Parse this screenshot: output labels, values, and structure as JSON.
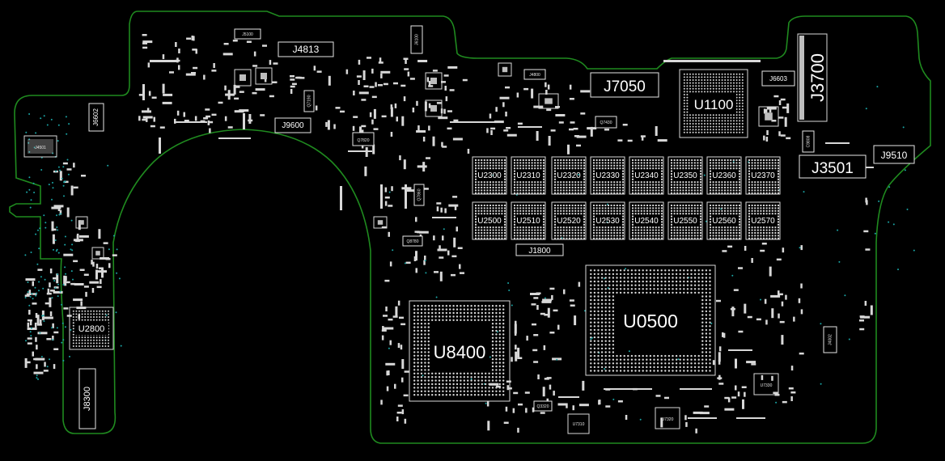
{
  "labels": {
    "u0500": "U0500",
    "u8400": "U8400",
    "u2800": "U2800",
    "u1100": "U1100",
    "j3700": "J3700",
    "j7050": "J7050",
    "j3501": "J3501",
    "j9510": "J9510",
    "j4813": "J4813",
    "j9600": "J9600",
    "j1800": "J1800",
    "j8300": "J8300",
    "j6602": "J6602",
    "j6603": "J6603",
    "j5100": "J5100",
    "j6100": "J6100",
    "j4800": "J4800",
    "j4002": "J4002",
    "j4501": "J4501",
    "q7820": "Q7820",
    "q7430": "Q7430",
    "q8780": "Q8780",
    "q7860": "Q7860",
    "q7190": "Q7190",
    "c9808": "C9808",
    "q3320": "Q3320",
    "u7310": "U7310",
    "u7320": "U7320",
    "u7330": "U7330"
  },
  "memory": {
    "row1": [
      "U2300",
      "U2310",
      "U2320",
      "U2330",
      "U2340",
      "U2350",
      "U2360",
      "U2370"
    ],
    "row2": [
      "U2500",
      "U2510",
      "U2520",
      "U2530",
      "U2540",
      "U2550",
      "U2560",
      "U2570"
    ]
  },
  "colors": {
    "background": "#000000",
    "outline": "#1f8a1f",
    "silkscreen": "#d8d8d8",
    "via": "#1aa6a6"
  }
}
